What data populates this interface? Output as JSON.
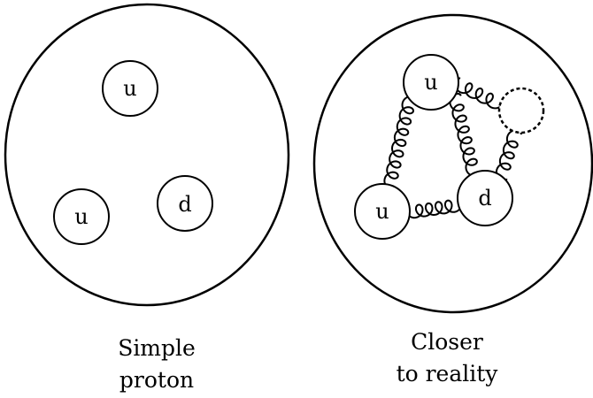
{
  "simple_proton": {
    "quarks": [
      {
        "label": "u"
      },
      {
        "label": "u"
      },
      {
        "label": "d"
      }
    ],
    "caption_line1": "Simple",
    "caption_line2": "proton"
  },
  "realistic_proton": {
    "quarks": [
      {
        "label": "u"
      },
      {
        "label": "d"
      },
      {
        "label": "u"
      }
    ],
    "caption_line1": "Closer",
    "caption_line2": "to reality"
  },
  "colors": {
    "stroke": "#000000",
    "background": "#ffffff"
  }
}
